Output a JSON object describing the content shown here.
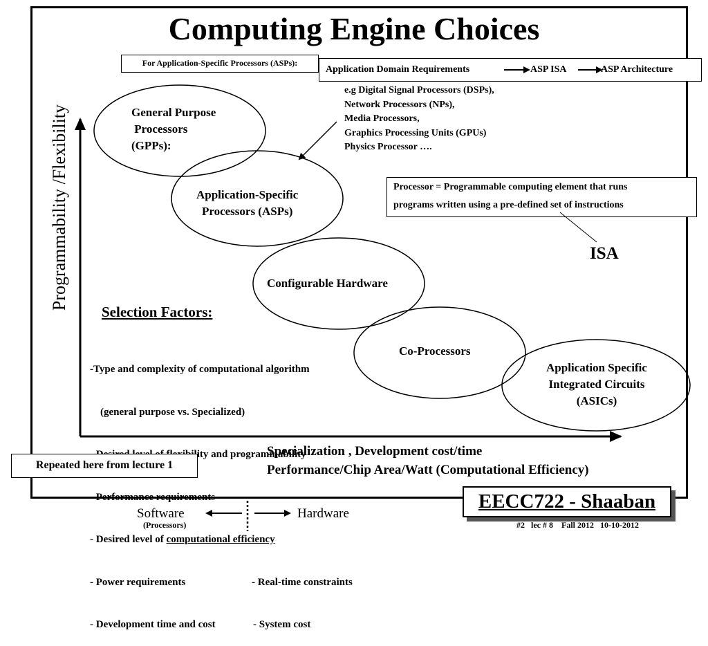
{
  "title": "Computing Engine Choices",
  "asp_label": "For Application-Specific Processors (ASPs):",
  "domain_chain": {
    "step1": "Application Domain Requirements",
    "step2": "ASP ISA",
    "step3": "ASP Architecture"
  },
  "examples": [
    "e.g Digital Signal Processors (DSPs),",
    "Network Processors (NPs),",
    "Media Processors,",
    "Graphics Processing Units (GPUs)",
    "Physics Processor  …."
  ],
  "processor_def": {
    "line1": "Processor =  Programmable computing element that runs",
    "line2": "programs written using a pre-defined set of  instructions"
  },
  "isa_label": "ISA",
  "y_axis_label": "Programmability /Flexibility",
  "ellipses": {
    "gpp": [
      "General Purpose",
      " Processors",
      "(GPPs):"
    ],
    "asp": [
      "Application-Specific",
      "Processors (ASPs)"
    ],
    "config": [
      "Configurable Hardware"
    ],
    "copro": [
      "Co-Processors"
    ],
    "asic": [
      "Application Specific",
      "Integrated Circuits",
      "(ASICs)"
    ]
  },
  "selection": {
    "heading": "Selection Factors:",
    "items": [
      "-Type and complexity of computational algorithm",
      "    (general purpose vs. Specialized)",
      "- Desired level of flexibility and programmability",
      "- Performance requirements",
      "- Desired level of ",
      "- Power requirements",
      "- Development time and cost"
    ],
    "underlined": "computational efficiency",
    "item5_right": "- Real-time constraints",
    "item6_right": "- System cost"
  },
  "x_axis": {
    "line1": "Specialization , Development cost/time",
    "line2": "Performance/Chip Area/Watt (Computational Efficiency)"
  },
  "repeated_note": "Repeated here from lecture 1",
  "footer": {
    "software": "Software",
    "processors": "(Processors)",
    "hardware": "Hardware",
    "course": "EECC722 - Shaaban",
    "info": "#2   lec # 8    Fall 2012   10-10-2012"
  }
}
